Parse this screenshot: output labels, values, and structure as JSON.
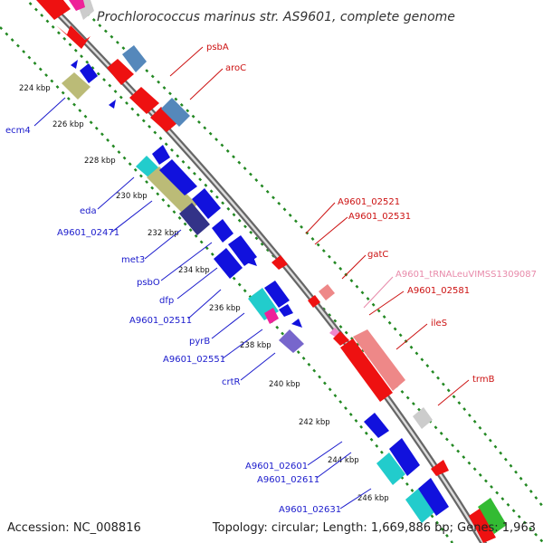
{
  "title": "Prochlorococcus marinus str. AS9601, complete genome",
  "footer": {
    "accession": "Accession: NC_008816",
    "topology": "Topology: circular; Length: 1,669,886 bp; Genes: 1,963"
  },
  "ticks": [
    "224 kbp",
    "226 kbp",
    "228 kbp",
    "230 kbp",
    "232 kbp",
    "234 kbp",
    "236 kbp",
    "238 kbp",
    "240 kbp",
    "242 kbp",
    "244 kbp",
    "246 kbp"
  ],
  "labels_left": [
    "ecm4",
    "eda",
    "A9601_02471",
    "met3",
    "psbO",
    "dfp",
    "A9601_02511",
    "pyrB",
    "A9601_02551",
    "crtR",
    "A9601_02601",
    "A9601_02611",
    "A9601_02631"
  ],
  "labels_right": [
    "psbA",
    "aroC",
    "A9601_02521",
    "A9601_02531",
    "gatC",
    "A9601_tRNALeuVIMSS1309087",
    "A9601_02581",
    "ileS",
    "trmB"
  ],
  "colors": {
    "backbone": "#999999",
    "grid": "#228822",
    "red": "#ee1111",
    "blue": "#1111dd",
    "steel": "#5588bb",
    "olive": "#bbbb77",
    "teal": "#22cccc",
    "magenta": "#ee2299",
    "indigo": "#333388",
    "violet": "#7766cc",
    "salmon": "#ee8888",
    "gray": "#cccccc",
    "green": "#33bb33"
  }
}
